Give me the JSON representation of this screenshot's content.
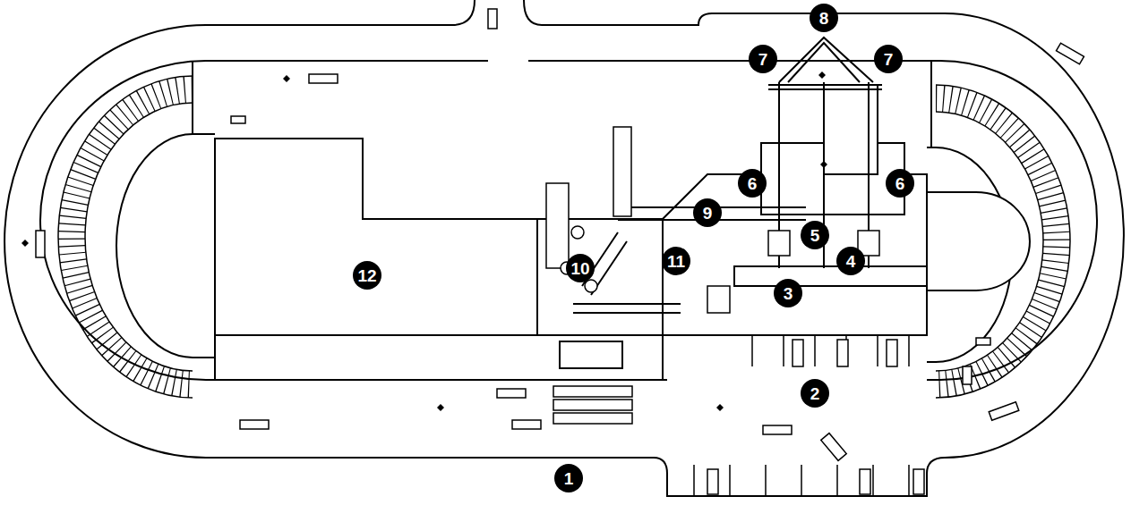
{
  "diagram": {
    "labels": [
      "8",
      "7",
      "7",
      "6",
      "6",
      "9",
      "5",
      "11",
      "4",
      "10",
      "12",
      "3",
      "2",
      "1"
    ]
  }
}
